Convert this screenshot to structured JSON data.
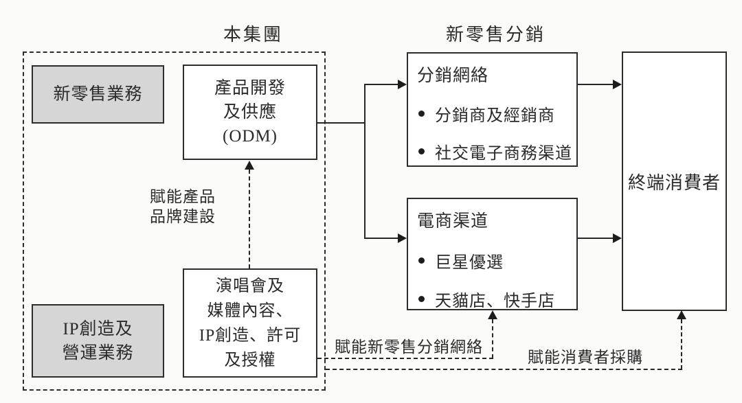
{
  "diagram": {
    "region_labels": {
      "group": "本集團",
      "new_retail_distribution": "新零售分銷"
    },
    "boxes": {
      "new_retail_business": {
        "label": "新零售業務"
      },
      "product_development": {
        "lines": [
          "產品開發",
          "及供應",
          "(ODM)"
        ]
      },
      "ip_creation_operation": {
        "lines": [
          "IP創造及",
          "營運業務"
        ]
      },
      "content_and_licensing": {
        "lines": [
          "演唱會及",
          "媒體內容、",
          "IP創造、許可",
          "及授權"
        ]
      },
      "distribution_network": {
        "title": "分銷網絡",
        "bullets": [
          "分銷商及經銷商",
          "社交電子商務渠道"
        ]
      },
      "ecommerce_channels": {
        "title": "電商渠道",
        "bullets": [
          "巨星優選",
          "天貓店、快手店"
        ]
      },
      "end_consumers": {
        "label": "終端消費者"
      }
    },
    "flow_labels": {
      "empower_product_brand": {
        "lines": [
          "賦能產品",
          "品牌建設"
        ]
      },
      "empower_new_retail_distribution": "賦能新零售分銷網絡",
      "empower_consumer_purchase": "賦能消費者採購"
    },
    "colors": {
      "line": "#262626",
      "gray_fill": "#d6d6d6",
      "white_fill": "#ffffff",
      "background": "#fbfbfa",
      "text": "#2a2a2a"
    }
  }
}
